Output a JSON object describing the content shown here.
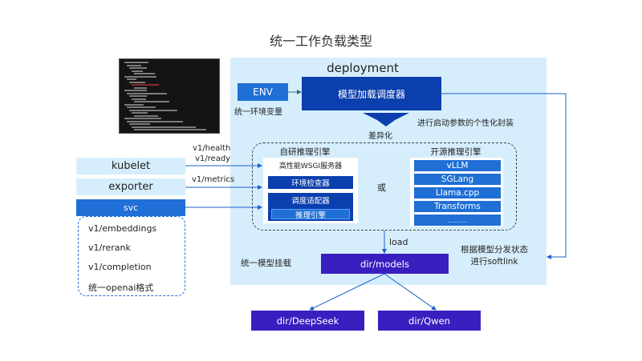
{
  "title": "统一工作负载类型",
  "deployment": {
    "label": "deployment",
    "env_label": "ENV",
    "env_caption": "统一环境变量",
    "loader_label": "模型加载调度器",
    "customization_note": "进行启动参数的个性化封装",
    "diff_label": "差异化"
  },
  "engines": {
    "self_developed": {
      "title": "自研推理引擎",
      "server_label": "高性能WSGI服务器",
      "env_checker": "环境检查器",
      "adapter": "调度适配器",
      "inference_engine": "推理引擎"
    },
    "or_label": "或",
    "open_source": {
      "title": "开源推理引擎",
      "items": [
        "vLLM",
        "SGLang",
        "Llama.cpp",
        "Transforms",
        "………"
      ]
    }
  },
  "clients": [
    {
      "label": "kubelet",
      "edge": "v1/health\nv1/ready"
    },
    {
      "label": "exporter",
      "edge": "v1/metrics"
    },
    {
      "label": "svc",
      "edge": ""
    }
  ],
  "edge_labels": {
    "health": "v1/health",
    "ready": "v1/ready",
    "metrics": "v1/metrics",
    "load": "load"
  },
  "api_list": [
    "v1/embeddings",
    "v1/rerank",
    "v1/completion",
    "统一openai格式"
  ],
  "mount": {
    "caption": "统一模型挂载",
    "models_dir": "dir/models",
    "softlink_line1": "根据模型分发状态",
    "softlink_line2": "进行softlink",
    "children": [
      "dir/DeepSeek",
      "dir/Qwen"
    ]
  },
  "colors": {
    "panel_bg": "#d6eefc",
    "dark_blue": "#0b3fae",
    "mid_blue": "#1f6fd6",
    "purple": "#3a1fc0",
    "arrow": "#1f5fc8"
  }
}
